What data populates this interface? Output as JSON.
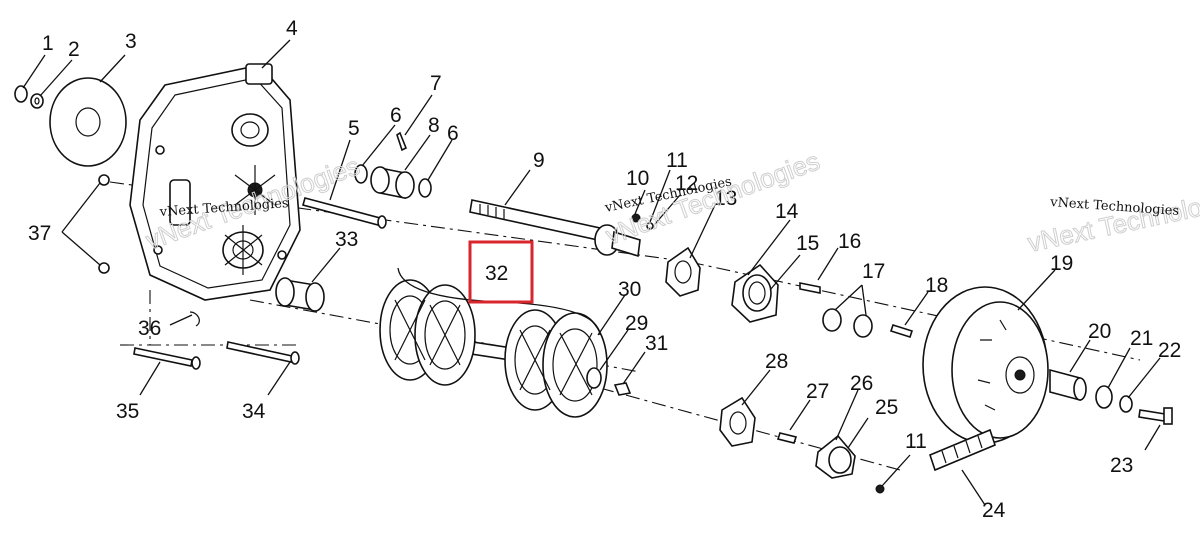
{
  "diagram": {
    "watermarks": [
      {
        "id": "wm-left",
        "text": "vNext Technologies"
      },
      {
        "id": "wm-mid",
        "text": "vNext Technologies"
      },
      {
        "id": "wm-right",
        "text": "vNext Technologies"
      }
    ],
    "highlight": {
      "label": "32",
      "color": "#d9262c"
    },
    "callouts": [
      {
        "id": "c1",
        "label": "1"
      },
      {
        "id": "c2",
        "label": "2"
      },
      {
        "id": "c3",
        "label": "3"
      },
      {
        "id": "c4",
        "label": "4"
      },
      {
        "id": "c5",
        "label": "5"
      },
      {
        "id": "c6a",
        "label": "6"
      },
      {
        "id": "c6b",
        "label": "6"
      },
      {
        "id": "c7",
        "label": "7"
      },
      {
        "id": "c8",
        "label": "8"
      },
      {
        "id": "c9",
        "label": "9"
      },
      {
        "id": "c10",
        "label": "10"
      },
      {
        "id": "c11a",
        "label": "11"
      },
      {
        "id": "c11b",
        "label": "11"
      },
      {
        "id": "c12",
        "label": "12"
      },
      {
        "id": "c13",
        "label": "13"
      },
      {
        "id": "c14",
        "label": "14"
      },
      {
        "id": "c15",
        "label": "15"
      },
      {
        "id": "c16",
        "label": "16"
      },
      {
        "id": "c17",
        "label": "17"
      },
      {
        "id": "c18",
        "label": "18"
      },
      {
        "id": "c19",
        "label": "19"
      },
      {
        "id": "c20",
        "label": "20"
      },
      {
        "id": "c21",
        "label": "21"
      },
      {
        "id": "c22",
        "label": "22"
      },
      {
        "id": "c23",
        "label": "23"
      },
      {
        "id": "c24",
        "label": "24"
      },
      {
        "id": "c25",
        "label": "25"
      },
      {
        "id": "c26",
        "label": "26"
      },
      {
        "id": "c27",
        "label": "27"
      },
      {
        "id": "c28",
        "label": "28"
      },
      {
        "id": "c29",
        "label": "29"
      },
      {
        "id": "c30",
        "label": "30"
      },
      {
        "id": "c31",
        "label": "31"
      },
      {
        "id": "c33",
        "label": "33"
      },
      {
        "id": "c34",
        "label": "34"
      },
      {
        "id": "c35",
        "label": "35"
      },
      {
        "id": "c36",
        "label": "36"
      },
      {
        "id": "c37",
        "label": "37"
      }
    ]
  }
}
